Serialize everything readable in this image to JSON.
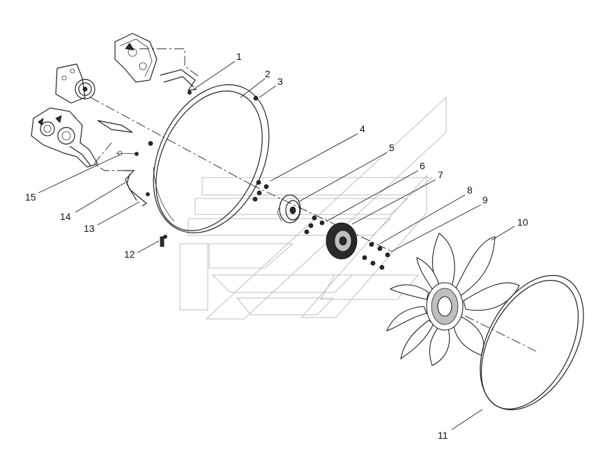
{
  "figure": {
    "callouts": [
      {
        "id": "callout-1",
        "text": "1"
      },
      {
        "id": "callout-2",
        "text": "2"
      },
      {
        "id": "callout-3",
        "text": "3"
      },
      {
        "id": "callout-4",
        "text": "4"
      },
      {
        "id": "callout-5",
        "text": "5"
      },
      {
        "id": "callout-6",
        "text": "6"
      },
      {
        "id": "callout-7",
        "text": "7"
      },
      {
        "id": "callout-8",
        "text": "8"
      },
      {
        "id": "callout-9",
        "text": "9"
      },
      {
        "id": "callout-10",
        "text": "10"
      },
      {
        "id": "callout-11",
        "text": "11"
      },
      {
        "id": "callout-12",
        "text": "12"
      },
      {
        "id": "callout-13",
        "text": "13"
      },
      {
        "id": "callout-14",
        "text": "14"
      },
      {
        "id": "callout-15",
        "text": "15"
      }
    ]
  },
  "colors": {
    "background": "#ffffff",
    "line": "#222222",
    "watermark": "#bdbdbd"
  }
}
